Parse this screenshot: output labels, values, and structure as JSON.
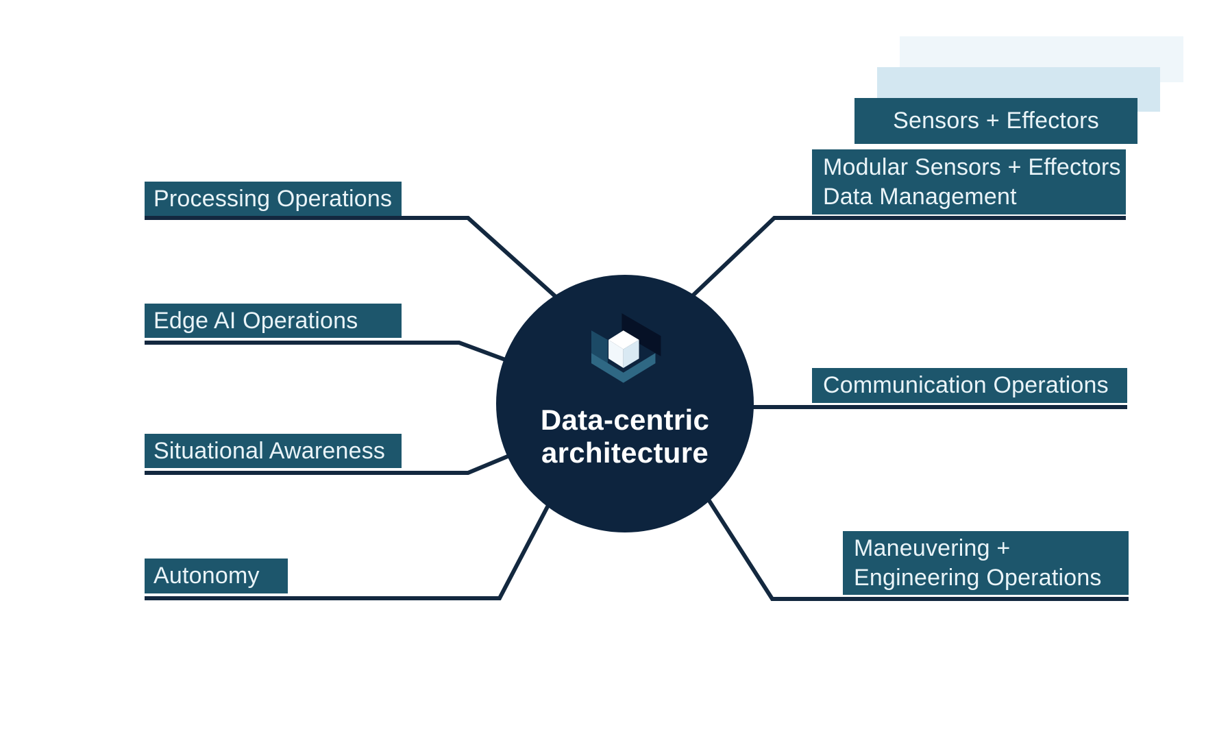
{
  "diagram": {
    "hub": {
      "title_line1": "Data-centric",
      "title_line2": "architecture"
    },
    "legend": {
      "label": "Sensors + Effectors"
    },
    "left_nodes": [
      {
        "label": "Processing Operations"
      },
      {
        "label": "Edge AI Operations"
      },
      {
        "label": "Situational Awareness"
      },
      {
        "label": "Autonomy"
      }
    ],
    "right_nodes": [
      {
        "lines": [
          "Modular Sensors + Effectors",
          "Data Management"
        ]
      },
      {
        "lines": [
          "Communication Operations"
        ]
      },
      {
        "lines": [
          "Maneuvering +",
          "Engineering Operations"
        ]
      }
    ],
    "colors": {
      "hub_navy": "#0D243E",
      "node_teal": "#1D566C",
      "connector_navy": "#13283F",
      "layer_light_blue": "#D3E7F1",
      "layer_pale_blue": "#EFF6FA",
      "label_text": "#EAF4F8",
      "title_text": "#FFFFFF"
    },
    "logo_colors": {
      "dark_face": "#061126",
      "teal_face": "#1C4A66",
      "steel_face": "#2F6884",
      "cube_top": "#FFFFFF",
      "cube_left": "#F2F8FC",
      "cube_right": "#D9E9F3"
    }
  }
}
